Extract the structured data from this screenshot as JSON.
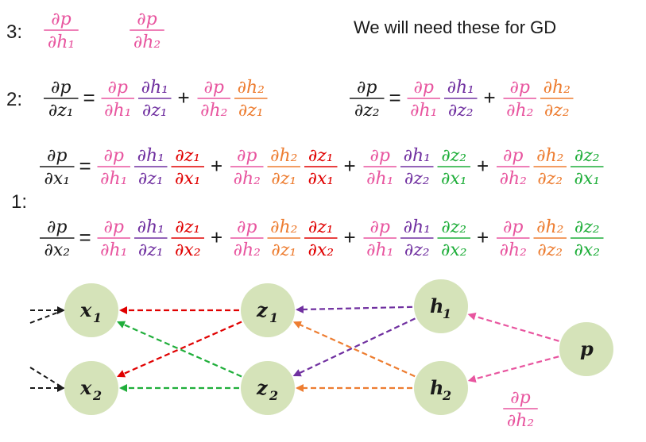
{
  "colors": {
    "pink": "#e8559f",
    "purple": "#7030a0",
    "orange": "#ed7d31",
    "red": "#e00000",
    "green": "#1fae3a",
    "black": "#1a1a1a",
    "node_fill": "#d5e3b9"
  },
  "labels": {
    "row3": "3:",
    "row2": "2:",
    "row1": "1:",
    "note": "We will need these for GD"
  },
  "nodes": {
    "x1": {
      "base": "x",
      "sub": "1"
    },
    "x2": {
      "base": "x",
      "sub": "2"
    },
    "z1": {
      "base": "z",
      "sub": "1"
    },
    "z2": {
      "base": "z",
      "sub": "2"
    },
    "h1": {
      "base": "h",
      "sub": "1"
    },
    "h2": {
      "base": "h",
      "sub": "2"
    },
    "p": {
      "base": "p",
      "sub": ""
    }
  },
  "row3_fractions": [
    {
      "num": "∂p",
      "den": "∂h₁",
      "color": "pink"
    },
    {
      "num": "∂p",
      "den": "∂h₂",
      "color": "pink"
    }
  ],
  "row2_equations": [
    {
      "lhs": {
        "num": "∂p",
        "den": "∂z₁"
      },
      "terms": [
        [
          {
            "num": "∂p",
            "den": "∂h₁",
            "color": "pink"
          },
          {
            "num": "∂h₁",
            "den": "∂z₁",
            "color": "purple"
          }
        ],
        [
          {
            "num": "∂p",
            "den": "∂h₂",
            "color": "pink"
          },
          {
            "num": "∂h₂",
            "den": "∂z₁",
            "color": "orange"
          }
        ]
      ]
    },
    {
      "lhs": {
        "num": "∂p",
        "den": "∂z₂"
      },
      "terms": [
        [
          {
            "num": "∂p",
            "den": "∂h₁",
            "color": "pink"
          },
          {
            "num": "∂h₁",
            "den": "∂z₂",
            "color": "purple"
          }
        ],
        [
          {
            "num": "∂p",
            "den": "∂h₂",
            "color": "pink"
          },
          {
            "num": "∂h₂",
            "den": "∂z₂",
            "color": "orange"
          }
        ]
      ]
    }
  ],
  "row1_equations": [
    {
      "lhs": {
        "num": "∂p",
        "den": "∂x₁"
      },
      "terms": [
        [
          {
            "num": "∂p",
            "den": "∂h₁",
            "color": "pink"
          },
          {
            "num": "∂h₁",
            "den": "∂z₁",
            "color": "purple"
          },
          {
            "num": "∂z₁",
            "den": "∂x₁",
            "color": "red"
          }
        ],
        [
          {
            "num": "∂p",
            "den": "∂h₂",
            "color": "pink"
          },
          {
            "num": "∂h₂",
            "den": "∂z₁",
            "color": "orange"
          },
          {
            "num": "∂z₁",
            "den": "∂x₁",
            "color": "red"
          }
        ],
        [
          {
            "num": "∂p",
            "den": "∂h₁",
            "color": "pink"
          },
          {
            "num": "∂h₁",
            "den": "∂z₂",
            "color": "purple"
          },
          {
            "num": "∂z₂",
            "den": "∂x₁",
            "color": "green"
          }
        ],
        [
          {
            "num": "∂p",
            "den": "∂h₂",
            "color": "pink"
          },
          {
            "num": "∂h₂",
            "den": "∂z₂",
            "color": "orange"
          },
          {
            "num": "∂z₂",
            "den": "∂x₁",
            "color": "green"
          }
        ]
      ]
    },
    {
      "lhs": {
        "num": "∂p",
        "den": "∂x₂"
      },
      "terms": [
        [
          {
            "num": "∂p",
            "den": "∂h₁",
            "color": "pink"
          },
          {
            "num": "∂h₁",
            "den": "∂z₁",
            "color": "purple"
          },
          {
            "num": "∂z₁",
            "den": "∂x₂",
            "color": "red"
          }
        ],
        [
          {
            "num": "∂p",
            "den": "∂h₂",
            "color": "pink"
          },
          {
            "num": "∂h₂",
            "den": "∂z₁",
            "color": "orange"
          },
          {
            "num": "∂z₁",
            "den": "∂x₂",
            "color": "red"
          }
        ],
        [
          {
            "num": "∂p",
            "den": "∂h₁",
            "color": "pink"
          },
          {
            "num": "∂h₁",
            "den": "∂z₂",
            "color": "purple"
          },
          {
            "num": "∂z₂",
            "den": "∂x₂",
            "color": "green"
          }
        ],
        [
          {
            "num": "∂p",
            "den": "∂h₂",
            "color": "pink"
          },
          {
            "num": "∂h₂",
            "den": "∂z₂",
            "color": "orange"
          },
          {
            "num": "∂z₂",
            "den": "∂x₂",
            "color": "green"
          }
        ]
      ]
    }
  ],
  "edges": [
    {
      "from": "z1",
      "to": "x1",
      "color": "red"
    },
    {
      "from": "z1",
      "to": "x2",
      "color": "red"
    },
    {
      "from": "z2",
      "to": "x1",
      "color": "green"
    },
    {
      "from": "z2",
      "to": "x2",
      "color": "green"
    },
    {
      "from": "h1",
      "to": "z1",
      "color": "purple"
    },
    {
      "from": "h1",
      "to": "z2",
      "color": "purple"
    },
    {
      "from": "h2",
      "to": "z1",
      "color": "orange"
    },
    {
      "from": "h2",
      "to": "z2",
      "color": "orange"
    },
    {
      "from": "p",
      "to": "h1",
      "color": "pink"
    },
    {
      "from": "p",
      "to": "h2",
      "color": "pink"
    }
  ],
  "edge_label": {
    "num": "∂p",
    "den": "∂h₂",
    "color": "pink"
  }
}
